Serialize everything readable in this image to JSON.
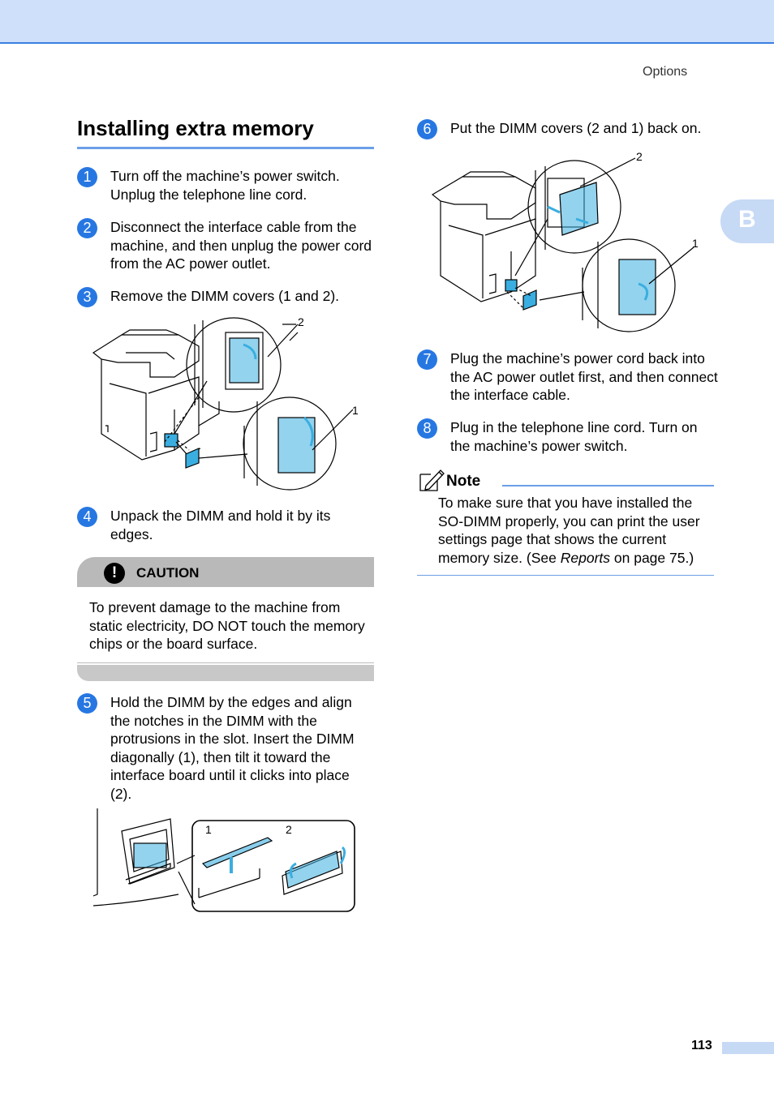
{
  "header": {
    "section": "Options"
  },
  "side_tab": {
    "letter": "B"
  },
  "title": "Installing extra memory",
  "steps": [
    {
      "num": "1",
      "text": "Turn off the machine’s power switch. Unplug the telephone line cord."
    },
    {
      "num": "2",
      "text": "Disconnect the interface cable from the machine, and then unplug the power cord from the AC power outlet."
    },
    {
      "num": "3",
      "text": "Remove the DIMM covers (1 and 2)."
    },
    {
      "num": "4",
      "text": "Unpack the DIMM and hold it by its edges."
    },
    {
      "num": "5",
      "text": "Hold the DIMM by the edges and align the notches in the DIMM with the protrusions in the slot. Insert the DIMM diagonally (1), then tilt it toward the interface board until it clicks into place (2)."
    },
    {
      "num": "6",
      "text": "Put the DIMM covers (2 and 1) back on."
    },
    {
      "num": "7",
      "text": "Plug the machine’s power cord back into the AC power outlet first, and then connect the interface cable."
    },
    {
      "num": "8",
      "text": "Plug in the telephone line cord. Turn on the machine’s power switch."
    }
  ],
  "caution": {
    "label": "CAUTION",
    "text": "To prevent damage to the machine from static electricity, DO NOT touch the memory chips or the board surface."
  },
  "note": {
    "label": "Note",
    "text_before": "To make sure that you have installed the SO-DIMM properly, you can print the user settings page that shows the current memory size. (See ",
    "text_italic": "Reports",
    "text_after": " on page 75.)"
  },
  "figures": {
    "fig3": {
      "callout_1": "1",
      "callout_2": "2"
    },
    "fig5": {
      "callout_1": "1",
      "callout_2": "2"
    },
    "fig6": {
      "callout_1": "1",
      "callout_2": "2"
    }
  },
  "footer": {
    "page_number": "113"
  },
  "colors": {
    "accent": "#2777e2",
    "header_bg": "#cfe0fb",
    "dimm_blue": "#3aaee0"
  }
}
